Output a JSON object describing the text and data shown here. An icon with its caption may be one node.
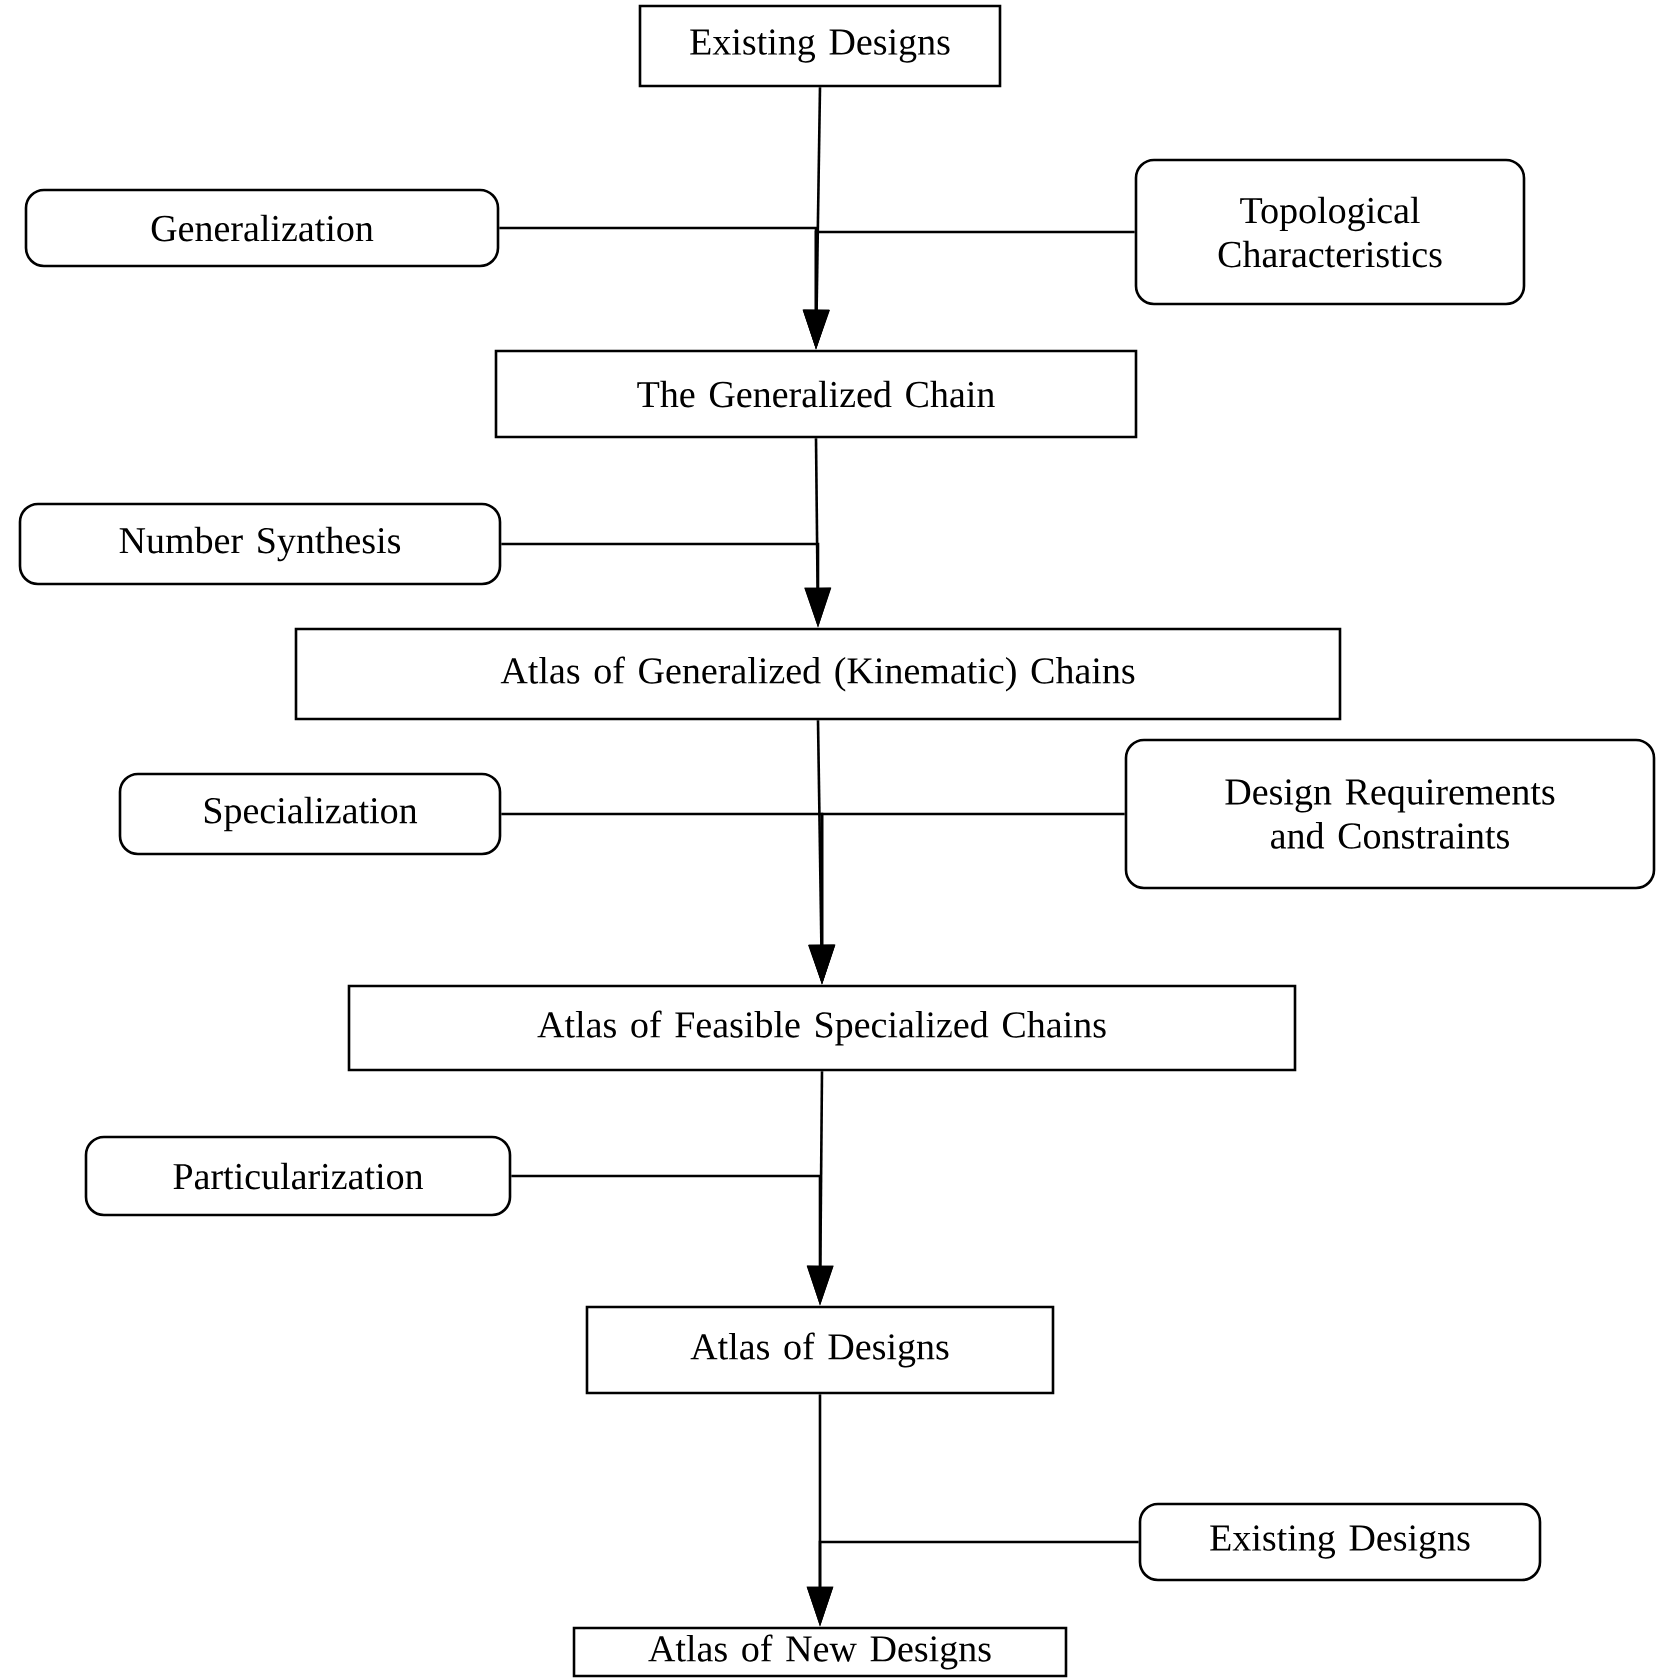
{
  "diagram": {
    "nodes": [
      {
        "text": [
          "Existing Designs"
        ]
      },
      {
        "text": [
          "Generalization"
        ]
      },
      {
        "text": [
          "Topological Characteristics"
        ]
      },
      {
        "text": [
          "The Generalized Chain"
        ]
      },
      {
        "text": [
          "Number Synthesis"
        ]
      },
      {
        "text": [
          "Atlas of Generalized (Kinematic) Chains"
        ]
      },
      {
        "text": [
          "Specialization"
        ]
      },
      {
        "text": [
          "Design Requirements and Constraints"
        ]
      },
      {
        "text": [
          "Atlas of Feasible Specialized Chains"
        ]
      },
      {
        "text": [
          "Particularization"
        ]
      },
      {
        "text": [
          "Atlas of Designs"
        ]
      },
      {
        "text": [
          "Existing Designs"
        ]
      },
      {
        "text": [
          "Atlas of New Designs"
        ]
      }
    ],
    "edges": [
      {
        "from": 0,
        "to": 3,
        "arrow": "to"
      },
      {
        "from": 1,
        "to": 3,
        "arrow": "to"
      },
      {
        "from": 2,
        "to": 3,
        "arrow": "to"
      },
      {
        "from": 3,
        "to": 5,
        "arrow": "to"
      },
      {
        "from": 4,
        "to": 5,
        "arrow": "to"
      },
      {
        "from": 5,
        "to": 8,
        "arrow": "to"
      },
      {
        "from": 6,
        "to": 8,
        "arrow": "to"
      },
      {
        "from": 7,
        "to": 8,
        "arrow": "to"
      },
      {
        "from": 8,
        "to": 10,
        "arrow": "to"
      },
      {
        "from": 9,
        "to": 10,
        "arrow": "to"
      },
      {
        "from": 10,
        "to": 12,
        "arrow": "to"
      },
      {
        "from": 11,
        "to": 12,
        "arrow": "to"
      }
    ]
  }
}
